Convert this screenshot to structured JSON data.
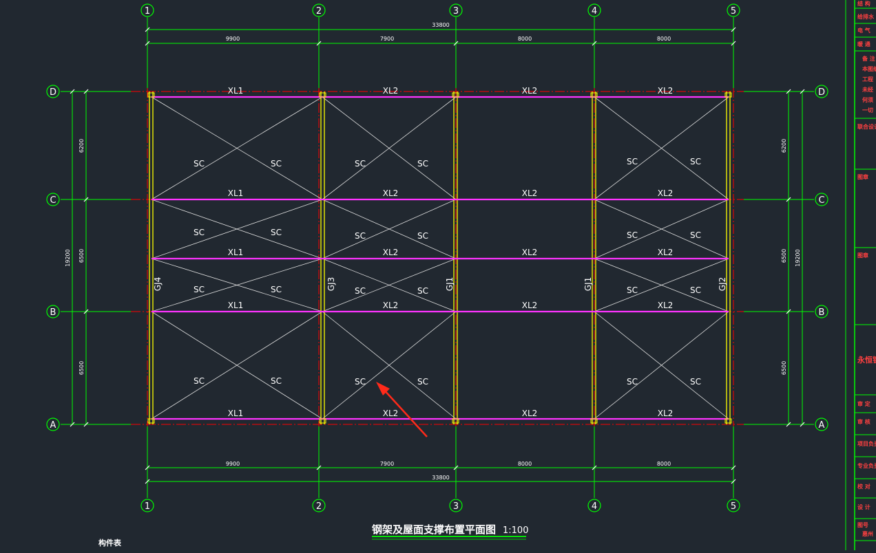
{
  "grid_axes": {
    "columns": [
      "1",
      "2",
      "3",
      "4",
      "5"
    ],
    "rows": [
      "D",
      "C",
      "B",
      "A"
    ]
  },
  "dimensions": {
    "horizontal_total": "33800",
    "horizontal_bays": [
      "9900",
      "7900",
      "8000",
      "8000"
    ],
    "vertical_total": "19200",
    "vertical_bays": [
      "6200",
      "6500",
      "6500"
    ]
  },
  "members": {
    "beams_row_D": [
      "XL1",
      "XL2",
      "XL2",
      "XL2"
    ],
    "beams_row_C": [
      "XL1",
      "XL2",
      "XL2",
      "XL2"
    ],
    "beams_mid": [
      "XL1",
      "XL2",
      "XL2",
      "XL2"
    ],
    "beams_row_B": [
      "XL1",
      "XL2",
      "XL2",
      "XL2"
    ],
    "beams_row_A": [
      "XL1",
      "XL2",
      "XL2",
      "XL2"
    ],
    "frames": [
      "GJ4",
      "GJ3",
      "GJ1",
      "GJ1",
      "GJ2"
    ],
    "brace_label": "SC"
  },
  "drawing": {
    "title": "钢架及屋面支撑布置平面图",
    "scale": "1:100",
    "table_label": "构件表"
  },
  "title_block": {
    "rows": [
      "结 构",
      "给排水",
      "电 气",
      "暖 通",
      "备 注",
      "本图纸",
      "工程",
      "未经",
      "何须",
      "一切",
      "联合设计",
      "图章",
      "图章",
      "永恒钢",
      "审 定",
      "审 核",
      "项目负责",
      "专业负责",
      "校 对",
      "设 计",
      "图号",
      "惠州"
    ]
  },
  "colors": {
    "background": "#212830",
    "grid_line": "#00ff00",
    "beam": "#ff33ff",
    "frame": "#ffff00",
    "axis_red": "#ff0000",
    "brace": "#e0e0e0",
    "arrow": "#ff2a1a"
  }
}
